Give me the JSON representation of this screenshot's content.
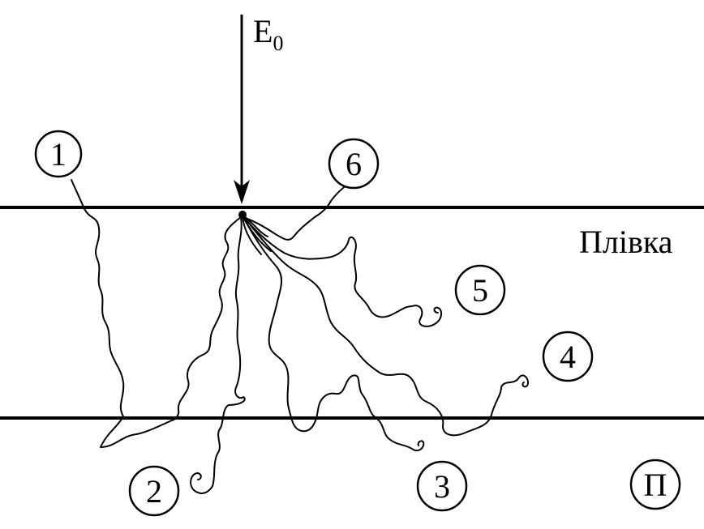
{
  "beam": {
    "label_main": "E",
    "label_sub": "0"
  },
  "film": {
    "label": "Плівка"
  },
  "substrate": {
    "label": "П"
  },
  "trajectories": [
    {
      "label": "1"
    },
    {
      "label": "2"
    },
    {
      "label": "3"
    },
    {
      "label": "4"
    },
    {
      "label": "5"
    },
    {
      "label": "6"
    }
  ],
  "colors": {
    "ink": "#000000",
    "background": "#ffffff"
  }
}
